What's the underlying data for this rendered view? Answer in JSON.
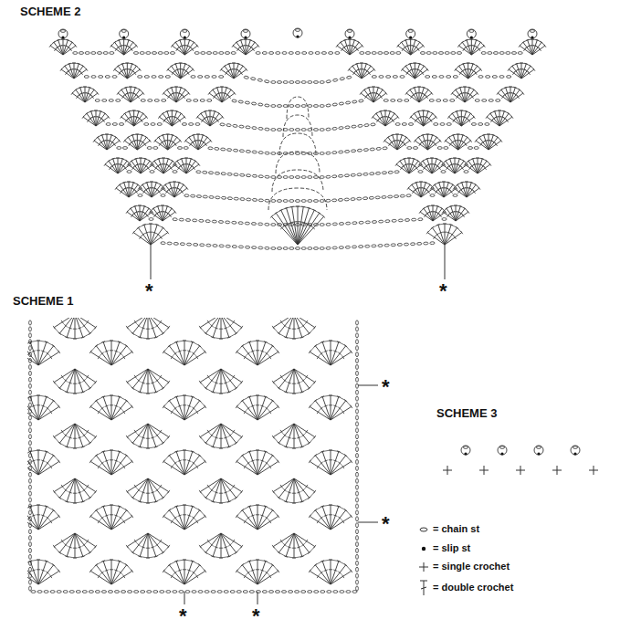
{
  "diagram": {
    "labels": [
      "SCHEME 2",
      "*",
      "*",
      "SCHEME 1",
      "*",
      "*",
      "*",
      "*",
      "SCHEME 3"
    ],
    "legend": [
      {
        "text": "= chain st"
      },
      {
        "text": "= slip st"
      },
      {
        "text": "= single crochet"
      },
      {
        "text": "= double crochet"
      }
    ]
  }
}
